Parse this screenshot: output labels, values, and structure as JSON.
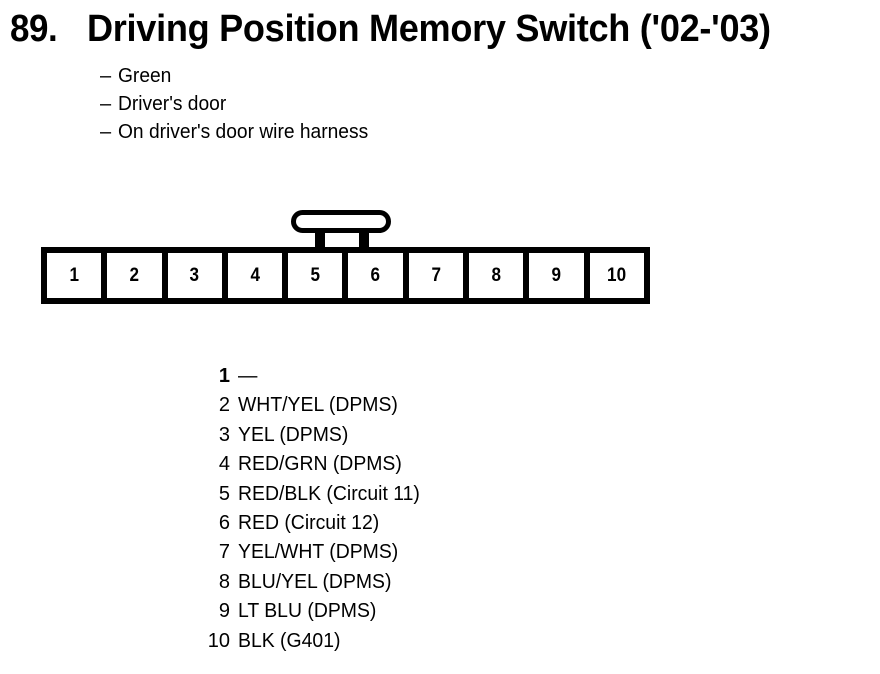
{
  "title": {
    "number": "89.",
    "text": "Driving Position Memory Switch ('02-'03)"
  },
  "subtitle": {
    "dash": "–",
    "items": [
      {
        "label": "Green"
      },
      {
        "label": "Driver's door"
      },
      {
        "label": "On driver's door wire harness"
      }
    ]
  },
  "connector": {
    "pin_count": 10,
    "pins": [
      {
        "number": "1"
      },
      {
        "number": "2"
      },
      {
        "number": "3"
      },
      {
        "number": "4"
      },
      {
        "number": "5"
      },
      {
        "number": "6"
      },
      {
        "number": "7"
      },
      {
        "number": "8"
      },
      {
        "number": "9"
      },
      {
        "number": "10"
      }
    ],
    "latch_icon": "connector-latch-tab"
  },
  "legend": {
    "rows": [
      {
        "number": "1",
        "label": "—"
      },
      {
        "number": "2",
        "label": "WHT/YEL (DPMS)"
      },
      {
        "number": "3",
        "label": "YEL (DPMS)"
      },
      {
        "number": "4",
        "label": "RED/GRN (DPMS)"
      },
      {
        "number": "5",
        "label": "RED/BLK (Circuit 11)"
      },
      {
        "number": "6",
        "label": "RED (Circuit 12)"
      },
      {
        "number": "7",
        "label": "YEL/WHT (DPMS)"
      },
      {
        "number": "8",
        "label": "BLU/YEL (DPMS)"
      },
      {
        "number": "9",
        "label": "LT BLU (DPMS)"
      },
      {
        "number": "10",
        "label": "BLK (G401)"
      }
    ]
  }
}
